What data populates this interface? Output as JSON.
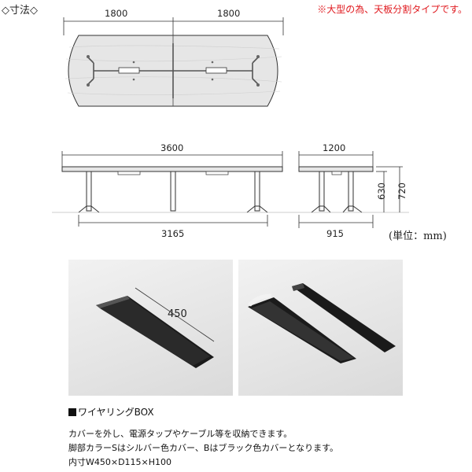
{
  "title": "◇寸法◇",
  "note": "※大型の為、天板分割タイプです。",
  "dimensions": {
    "top_left": "1800",
    "top_right": "1800",
    "front_width": "3600",
    "side_width": "1200",
    "leg_span": "3165",
    "side_leg_span": "915",
    "height_630": "630",
    "height_720": "720"
  },
  "unit_label": "(単位：mm)",
  "photo_label": "450",
  "section": {
    "heading": "ワイヤリングBOX",
    "lines": [
      "カバーを外し、電源タップやケーブル等を収納できます。",
      "脚部カラーSはシルバー色カバー、Bはブラック色カバーとなります。",
      "内寸W450×D115×H100"
    ]
  },
  "colors": {
    "note": "#e0191e",
    "wood": "#d9d9d9",
    "box": "#1a1a1a"
  }
}
